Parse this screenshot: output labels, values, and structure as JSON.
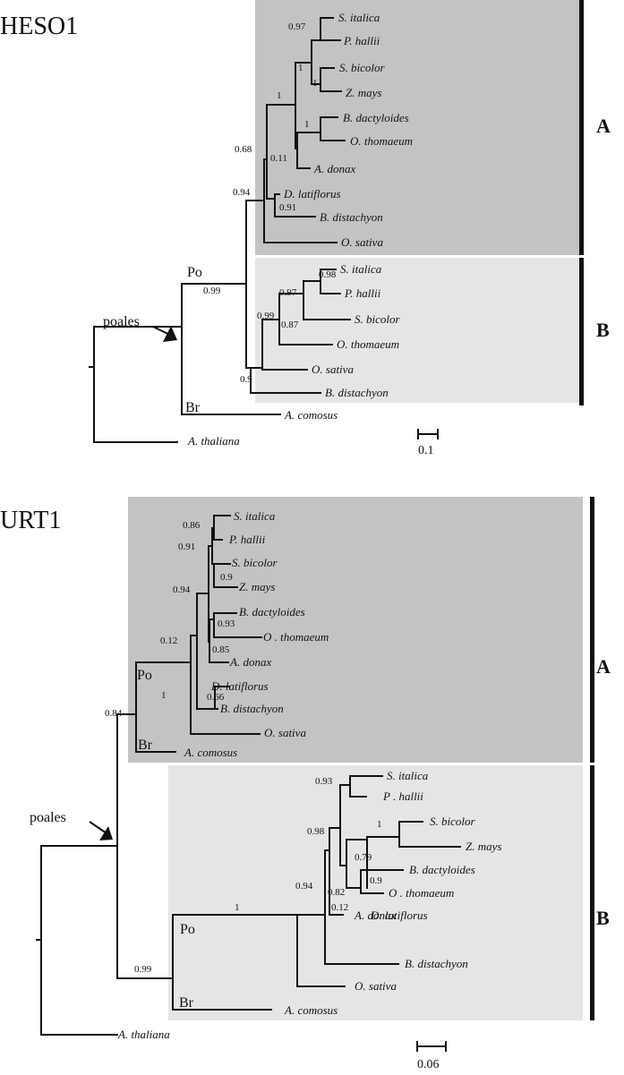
{
  "figure": {
    "colors": {
      "group_a": "#c3c3c3",
      "group_b": "#e5e5e5",
      "line": "#111111"
    },
    "panels": [
      {
        "title": "HESO1",
        "labels": {
          "group_a": "A",
          "group_b": "B",
          "poales": "poales",
          "po": "Po",
          "br": "Br",
          "scale": "0.1"
        },
        "taxa": [
          "S. italica",
          "P. hallii",
          "S. bicolor",
          "Z. mays",
          "B. dactyloides",
          "O. thomaeum",
          "A. donax",
          "D. latiflorus",
          "B. distachyon",
          "O. sativa",
          "S. italica",
          "P. hallii",
          "S. bicolor",
          "O. thomaeum",
          "O. sativa",
          "B. distachyon",
          "A. comosus",
          "A. thaliana"
        ],
        "support": [
          "0.97",
          "1",
          "1",
          "1",
          "1",
          "0.11",
          "0.68",
          "0.91",
          "0.94",
          "0.98",
          "0.97",
          "0.99",
          "0.87",
          "0.9",
          "0.99"
        ]
      },
      {
        "title": "URT1",
        "labels": {
          "group_a": "A",
          "group_b": "B",
          "poales": "poales",
          "po_a": "Po",
          "br_a": "Br",
          "po_b": "Po",
          "br_b": "Br",
          "scale": "0.06"
        },
        "taxa": [
          "S. italica",
          "P. hallii",
          "S. bicolor",
          "Z. mays",
          "B. dactyloides",
          "O . thomaeum",
          "A. donax",
          "D. latiflorus",
          "B. distachyon",
          "O. sativa",
          "A. comosus",
          "S. italica",
          "P . hallii",
          "S. bicolor",
          "Z. mays",
          "B. dactyloides",
          "O . thomaeum",
          "A. donax",
          "D. latiflorus",
          "B. distachyon",
          "O. sativa",
          "A. comosus",
          "A. thaliana"
        ],
        "support": [
          "0.86",
          "0.91",
          "0.9",
          "0.94",
          "0.93",
          "0.12",
          "0.85",
          "1",
          "0.66",
          "0.84",
          "0.93",
          "1",
          "0.98",
          "0.79",
          "0.9",
          "0.94",
          "0.82",
          "0.12",
          "1",
          "0.99"
        ]
      }
    ]
  }
}
